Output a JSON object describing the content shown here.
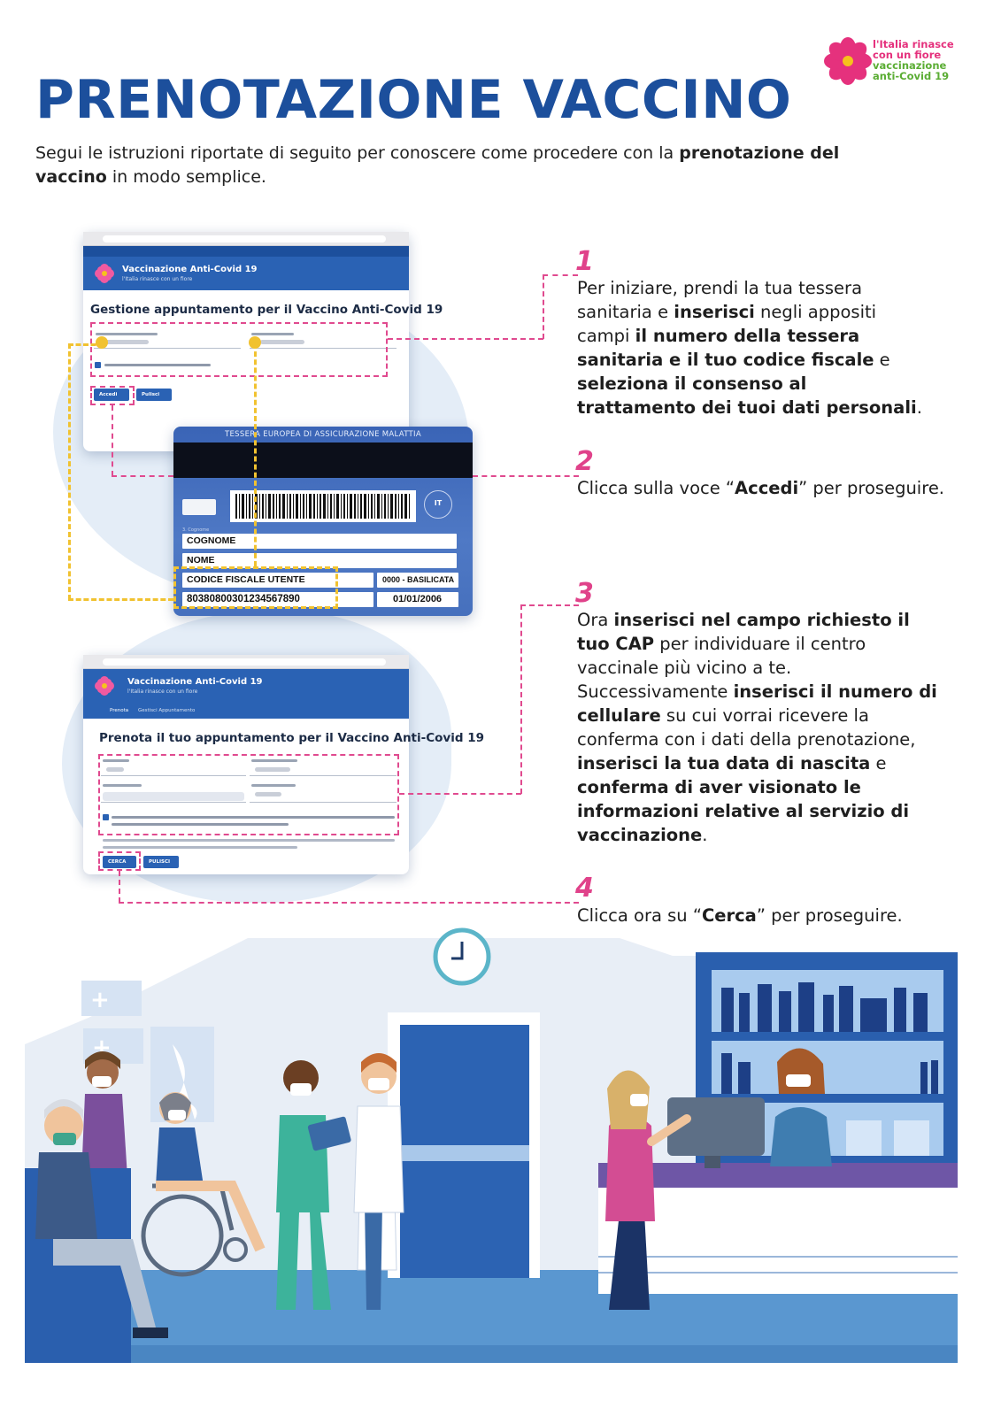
{
  "header": {
    "title": "PRENOTAZIONE VACCINO",
    "intro_before": "Segui le istruzioni riportate di seguito per conoscere come procedere con la ",
    "intro_bold": "prenotazione del vaccino",
    "intro_after": " in modo semplice."
  },
  "logo": {
    "line1": "l'Italia rinasce",
    "line2": "con un fiore",
    "line3": "vaccinazione",
    "line4": "anti-Covid 19",
    "colors": {
      "pink": "#e5317d",
      "green": "#5bad34",
      "flower": "#e5317d"
    }
  },
  "browser1": {
    "app_title": "Vaccinazione Anti-Covid 19",
    "app_subtitle": "l'Italia rinasce con un fiore",
    "heading": "Gestione appuntamento per il Vaccino Anti-Covid 19",
    "accedi_button": "Accedi",
    "pulisci_button": "Pulisci"
  },
  "card": {
    "header": "TESSERA EUROPEA DI ASSICURAZIONE MALATTIA",
    "country": "IT",
    "surname_label": "COGNOME",
    "name_label": "NOME",
    "fiscal_code_label": "CODICE FISCALE  UTENTE",
    "region": "0000 - BASILICATA",
    "card_number": "80380800301234567890",
    "expiry": "01/01/2006"
  },
  "browser2": {
    "app_title": "Vaccinazione Anti-Covid 19",
    "app_subtitle": "l'Italia rinasce con un fiore",
    "tab1": "Prenota",
    "tab2": "Gestisci Appuntamento",
    "heading": "Prenota il tuo appuntamento per il Vaccino Anti-Covid 19",
    "cerca_button": "CERCA",
    "pulisci_button": "PULISCI"
  },
  "steps": [
    {
      "number": "1",
      "parts": [
        {
          "t": "Per iniziare, prendi la tua tessera sanitaria e ",
          "b": false
        },
        {
          "t": "inserisci",
          "b": true
        },
        {
          "t": " negli appositi campi ",
          "b": false
        },
        {
          "t": "il numero della tessera sanitaria e il tuo codice fiscale",
          "b": true
        },
        {
          "t": " e ",
          "b": false
        },
        {
          "t": "seleziona il consenso al trattamento dei tuoi dati personali",
          "b": true
        },
        {
          "t": ".",
          "b": false
        }
      ]
    },
    {
      "number": "2",
      "parts": [
        {
          "t": "Clicca sulla voce “",
          "b": false
        },
        {
          "t": "Accedi",
          "b": true
        },
        {
          "t": "” per proseguire.",
          "b": false
        }
      ]
    },
    {
      "number": "3",
      "parts": [
        {
          "t": "Ora ",
          "b": false
        },
        {
          "t": "inserisci nel campo richiesto il tuo CAP",
          "b": true
        },
        {
          "t": " per individuare il centro vaccinale più vicino a te. Successivamente ",
          "b": false
        },
        {
          "t": "inserisci il numero di cellulare",
          "b": true
        },
        {
          "t": " su cui vorrai ricevere la conferma con i dati della prenotazione, ",
          "b": false
        },
        {
          "t": "inserisci la tua data di nascita",
          "b": true
        },
        {
          "t": " e ",
          "b": false
        },
        {
          "t": "conferma di aver visionato le informazioni relative al servizio di vaccinazione",
          "b": true
        },
        {
          "t": ".",
          "b": false
        }
      ]
    },
    {
      "number": "4",
      "parts": [
        {
          "t": "Clicca ora su “",
          "b": false
        },
        {
          "t": "Cerca",
          "b": true
        },
        {
          "t": "” per proseguire.",
          "b": false
        }
      ]
    }
  ],
  "colors": {
    "title_blue": "#1c4f9c",
    "accent_pink": "#e0428a",
    "accent_yellow": "#f1c230",
    "header_blue": "#2a62b4"
  }
}
